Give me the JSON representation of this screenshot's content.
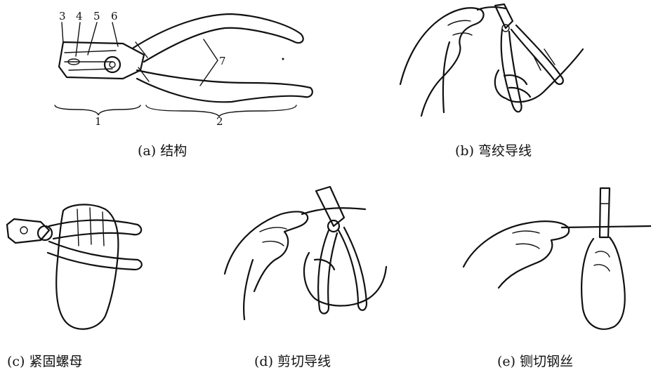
{
  "figure": {
    "panels": [
      {
        "id": "a",
        "caption": "(a) 结构"
      },
      {
        "id": "b",
        "caption": "(b) 弯绞导线"
      },
      {
        "id": "c",
        "caption": "(c) 紧固螺母"
      },
      {
        "id": "d",
        "caption": "(d) 剪切导线"
      },
      {
        "id": "e",
        "caption": "(e) 铡切钢丝"
      }
    ],
    "part_numbers": {
      "n3": "3",
      "n4": "4",
      "n5": "5",
      "n6": "6",
      "n7": "7",
      "n1": "1",
      "n2": "2"
    }
  }
}
